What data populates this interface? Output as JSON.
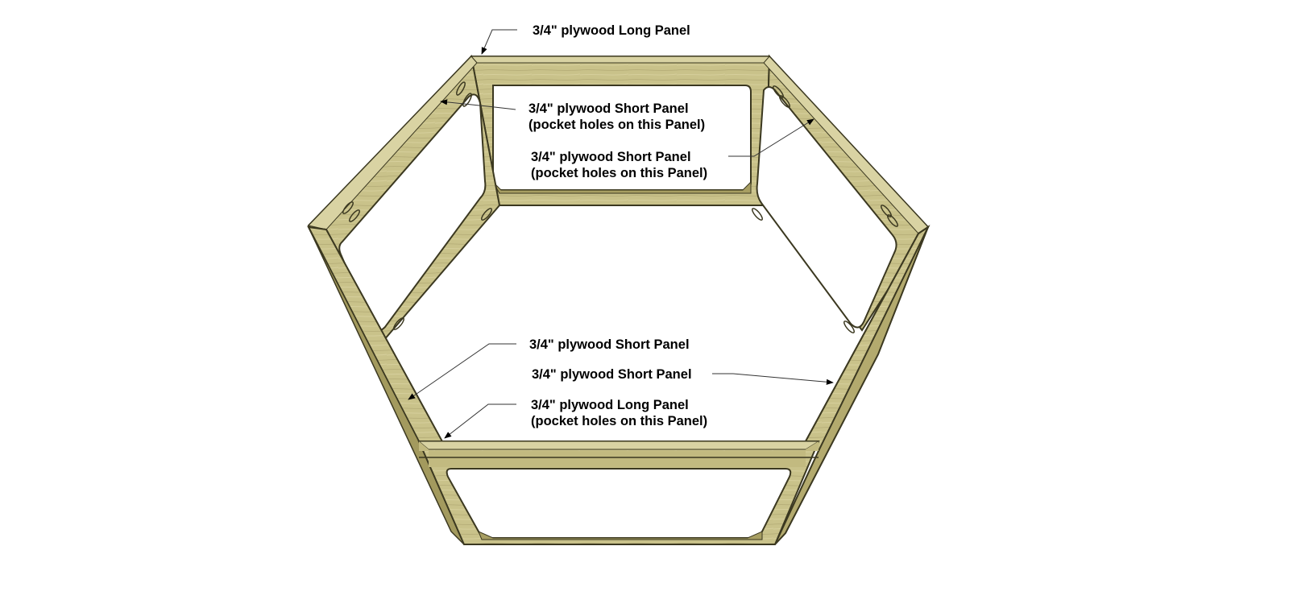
{
  "colors": {
    "wood_light": "#c9c28a",
    "wood_mid": "#b3aa6e",
    "wood_dark": "#8f8650",
    "edge": "#3b3820",
    "leader": "#333333"
  },
  "labels": {
    "top_long": "3/4\" plywood Long Panel",
    "left_short_line1": "3/4\" plywood Short Panel",
    "left_short_line2": "(pocket holes on this Panel)",
    "right_short_line1": "3/4\" plywood Short Panel",
    "right_short_line2": "(pocket holes on this Panel)",
    "lower_left_short": "3/4\" plywood Short Panel",
    "lower_right_short": "3/4\" plywood Short Panel",
    "bottom_long_line1": "3/4\" plywood Long Panel",
    "bottom_long_line2": "(pocket holes on this Panel)"
  }
}
